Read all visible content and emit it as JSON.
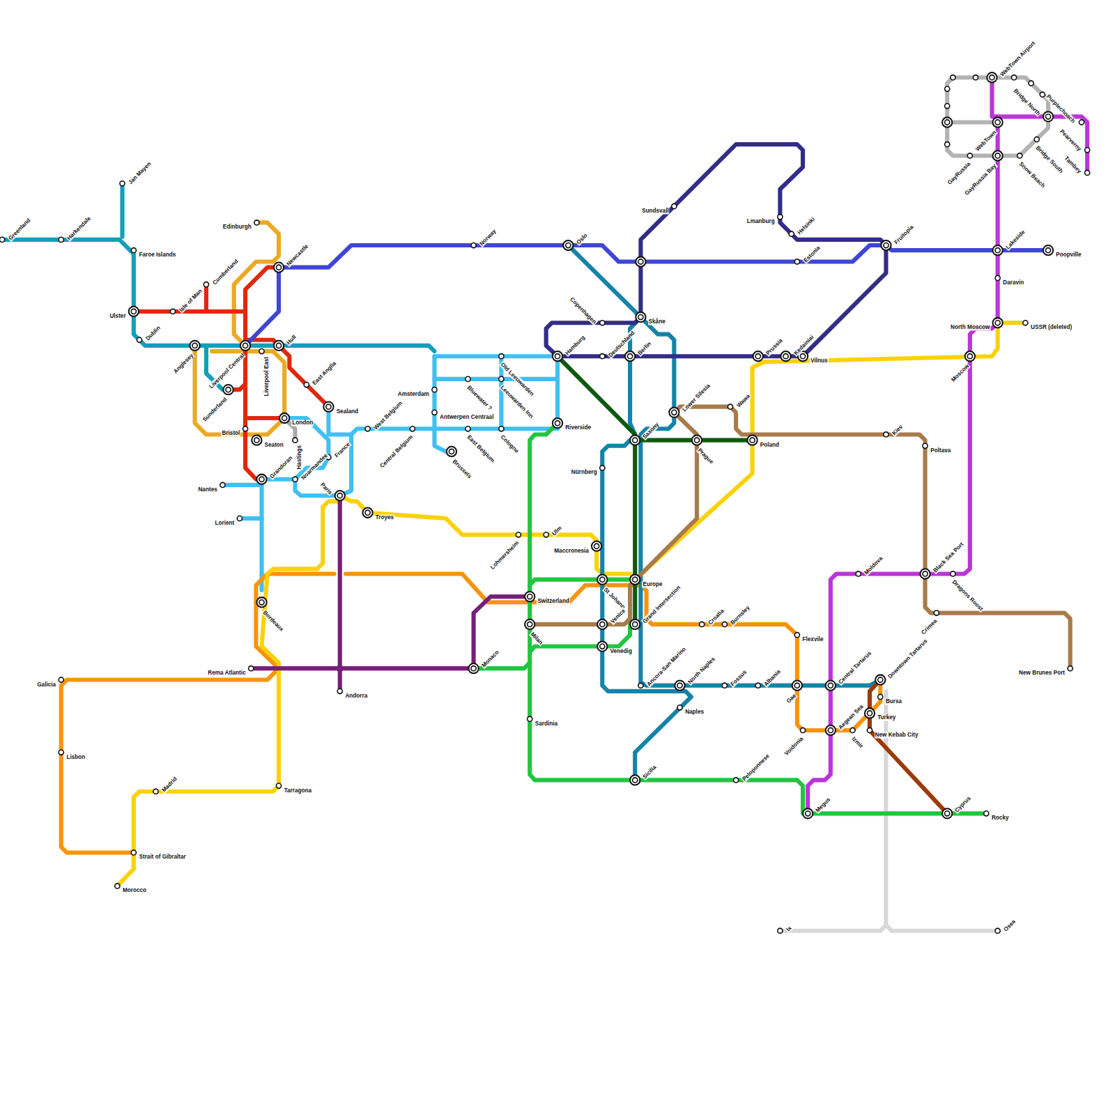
{
  "diagram": {
    "labels": [
      "Greenland",
      "Harkendale",
      "Jan Mayen",
      "Faroe Islands",
      "Ulster",
      "Isle of Man",
      "Cumberland",
      "Dublin",
      "Anglesey",
      "Liverpool Central",
      "Liverpool East",
      "Hull",
      "Newcastle",
      "Edinburgh",
      "Sunderland",
      "East Anglia",
      "Sealand",
      "London",
      "Bristol",
      "Seaton",
      "Hastings",
      "Grandoran",
      "Noarmandee",
      "France",
      "Nantes",
      "Lorient",
      "Paris",
      "Troyes",
      "Bordeaux",
      "Rema Atlantic",
      "Andorra",
      "Galicia",
      "Lisbon",
      "Strait of Gibraltar",
      "Morocco",
      "Madrid",
      "Tarragona",
      "West Belgium",
      "Central Belgium",
      "Amsterdam",
      "Antwerpen Centraal",
      "Brussels",
      "Bluewater ?",
      "East Belgium",
      "Old Leeuwarden",
      "Leeuwarden Inn",
      "Cologne",
      "Riverside",
      "Norway",
      "Oslo",
      "Hamburg",
      "Copenhagen",
      "Deutschland",
      "Berlin",
      "Skåne",
      "Sundsvall",
      "Lmanburg",
      "Helsinki",
      "Estonia",
      "Fruitopia",
      "Prussia",
      "Kedainiai",
      "Vilnus",
      "Lower Silesia",
      "Wawa",
      "Saxony",
      "Prague",
      "Poland",
      "Kiev",
      "Poltava",
      "Nürnberg",
      "Maccronesia",
      "Ulm",
      "Lohmersheim",
      "Switzerland",
      "Milan",
      "Monaco",
      "Sardinia",
      "St Johann",
      "Europe",
      "Venice",
      "Grand Intersection",
      "Venedig",
      "Ancora-San Marino",
      "North Naples",
      "Naples",
      "Sicilia",
      "Croatia",
      "Burnsley",
      "Fossus",
      "Albania",
      "Peloponnese",
      "Flexvile",
      "Gae",
      "Voidonia",
      "Central Tartarus",
      "Aegean Sea",
      "Izmir",
      "Moldova",
      "Black Sea Port",
      "Dragons Roost",
      "Crimea",
      "New Brunes Port",
      "Downtown Tartarus",
      "Bursa",
      "Turkey",
      "New Kebab City",
      "Cyprus",
      "Rocky",
      "Megus",
      "Ix",
      "Osea",
      "Moscow",
      "North Moscow",
      "USSR (deleted)",
      "Daravin",
      "Lakeside",
      "Poopville",
      "WebTown Airport",
      "WebTown",
      "GayRussia Bay",
      "GayRussia",
      "Bridge North",
      "Bridge South",
      "Snow Beach",
      "Purplechoach",
      "Pearverny",
      "Tambey"
    ]
  }
}
